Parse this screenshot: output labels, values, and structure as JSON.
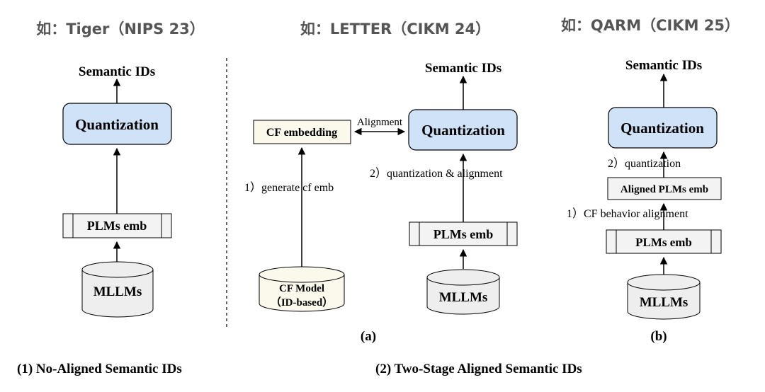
{
  "headers": {
    "left": "如：Tiger（NIPS 23）",
    "middle": "如：LETTER（CIKM 24）",
    "right": "如：QARM（CIKM 25）"
  },
  "panel_left": {
    "output": "Semantic IDs",
    "quant": "Quantization",
    "emb": "PLMs emb",
    "source": "MLLMs",
    "caption": "(1) No-Aligned Semantic IDs"
  },
  "panel_a": {
    "output": "Semantic IDs",
    "quant": "Quantization",
    "cf_emb": "CF embedding",
    "align_label": "Alignment",
    "step1": "1）generate cf emb",
    "step2": "2）quantization & alignment",
    "emb": "PLMs emb",
    "source": "MLLMs",
    "cf_model_line1": "CF Model",
    "cf_model_line2": "（ID-based）",
    "sub": "(a)"
  },
  "panel_b": {
    "output": "Semantic IDs",
    "quant": "Quantization",
    "step2": "2）quantization",
    "aligned_emb": "Aligned PLMs emb",
    "step1": "1）CF behavior alignment",
    "emb": "PLMs emb",
    "source": "MLLMs",
    "sub": "(b)"
  },
  "caption_right": "(2) Two-Stage Aligned Semantic IDs",
  "colors": {
    "quant_fill": "#cfe2f8",
    "cf_fill": "#fbf8ec",
    "emb_fill": "#f3f3f3",
    "cylinder_fill": "#eeeeee",
    "header_text": "#555555"
  }
}
